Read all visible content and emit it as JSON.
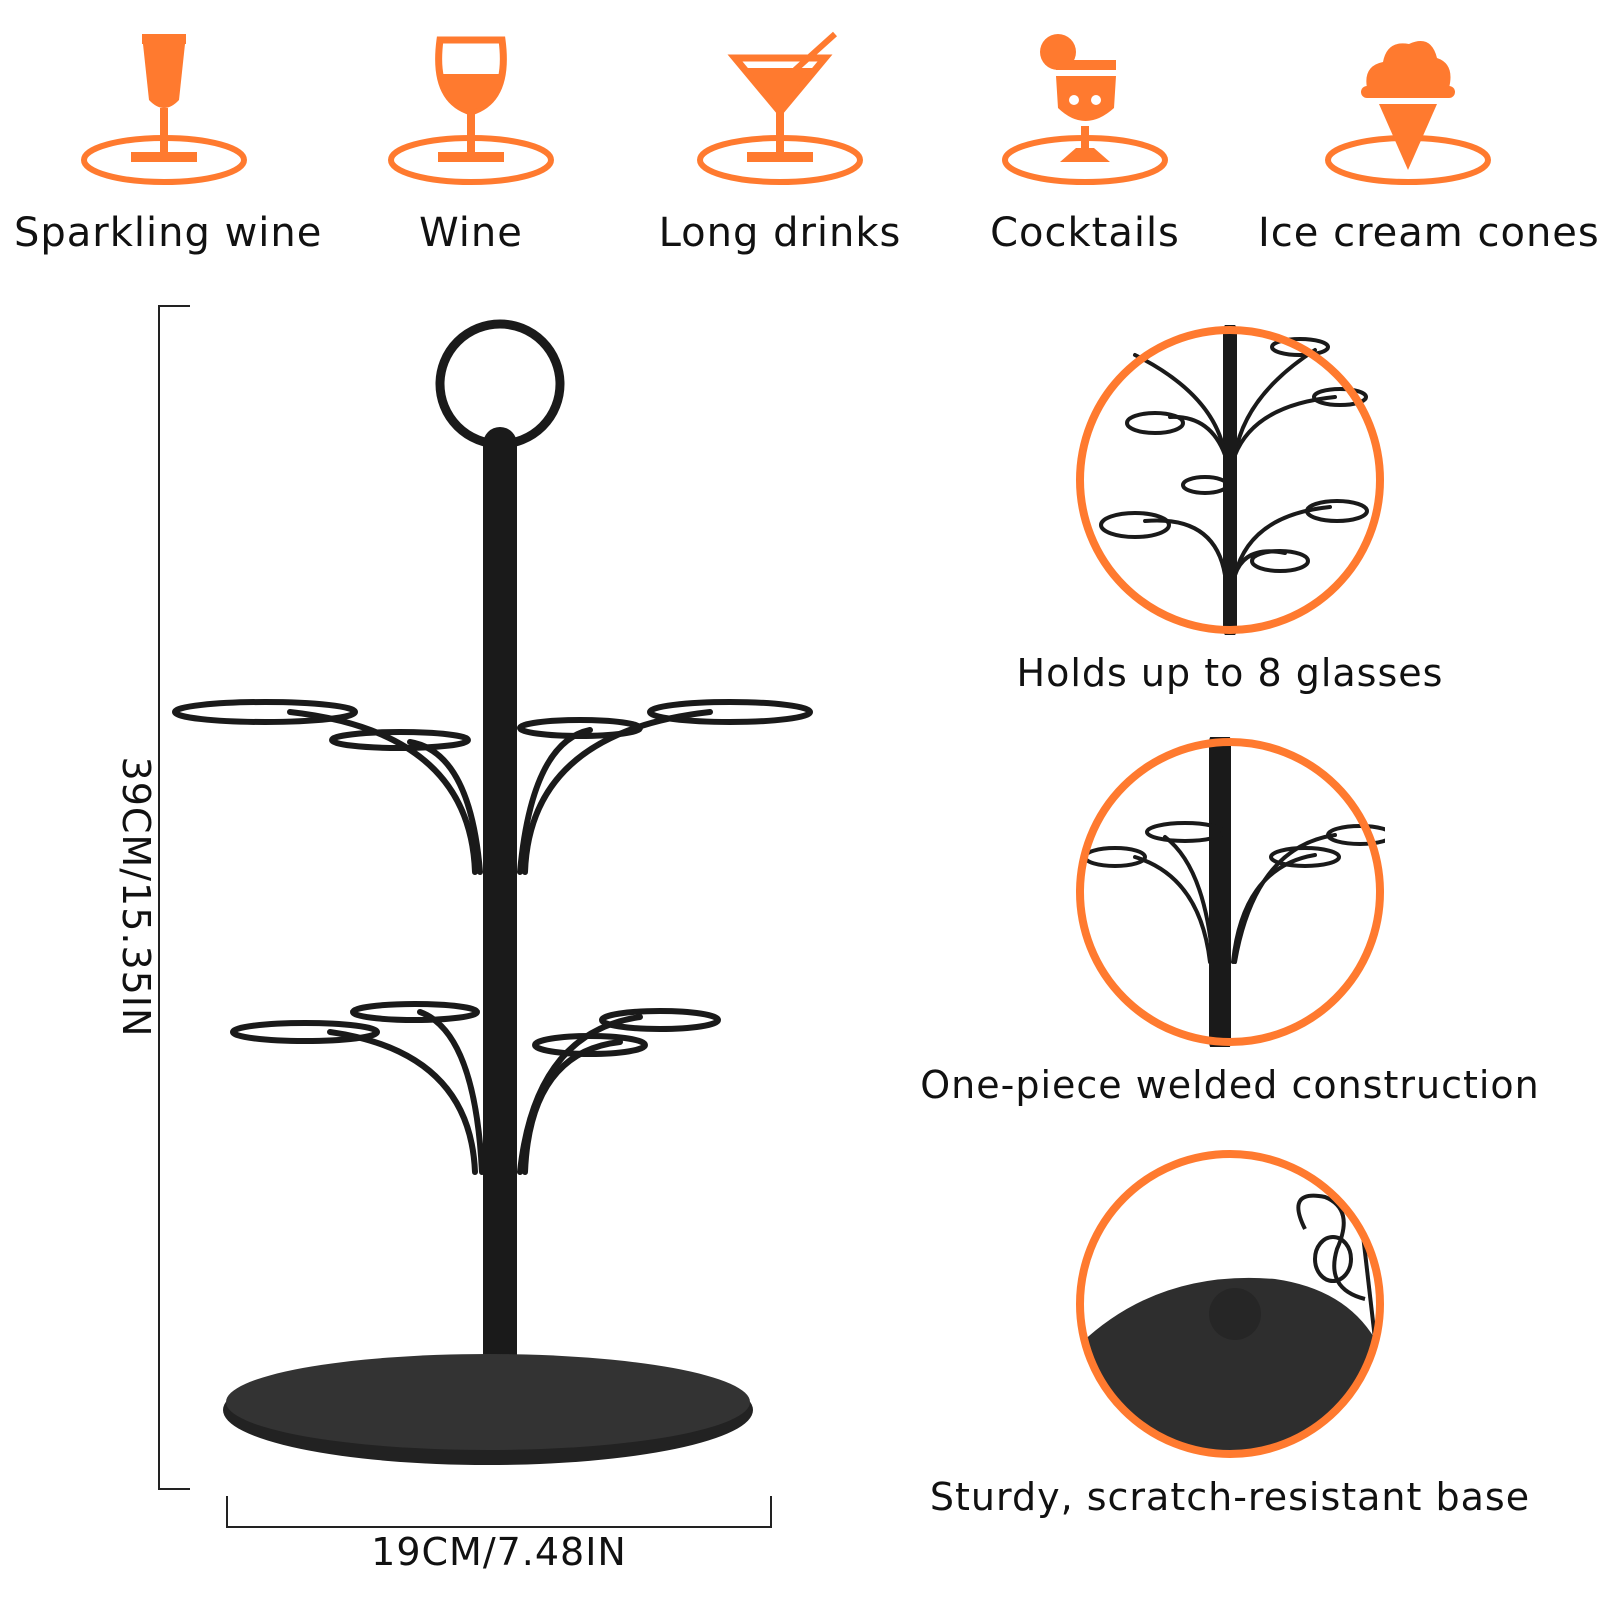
{
  "colors": {
    "accent": "#ff7a2f",
    "metal": "#1a1a1a",
    "text": "#111111"
  },
  "uses": [
    {
      "label": "Sparkling wine",
      "icon": "champagne-flute-icon"
    },
    {
      "label": "Wine",
      "icon": "wine-glass-icon"
    },
    {
      "label": "Long drinks",
      "icon": "martini-glass-icon"
    },
    {
      "label": "Cocktails",
      "icon": "cocktail-glass-icon"
    },
    {
      "label": "Ice cream cones",
      "icon": "ice-cream-cone-icon"
    }
  ],
  "dimensions": {
    "height": "39CM/15.35IN",
    "width": "19CM/7.48IN"
  },
  "features": [
    {
      "label": "Holds up to 8 glasses",
      "image": "stand-arms-closeup"
    },
    {
      "label": "One-piece welded construction",
      "image": "welded-joint-closeup"
    },
    {
      "label": "Sturdy, scratch-resistant base",
      "image": "base-closeup"
    }
  ]
}
